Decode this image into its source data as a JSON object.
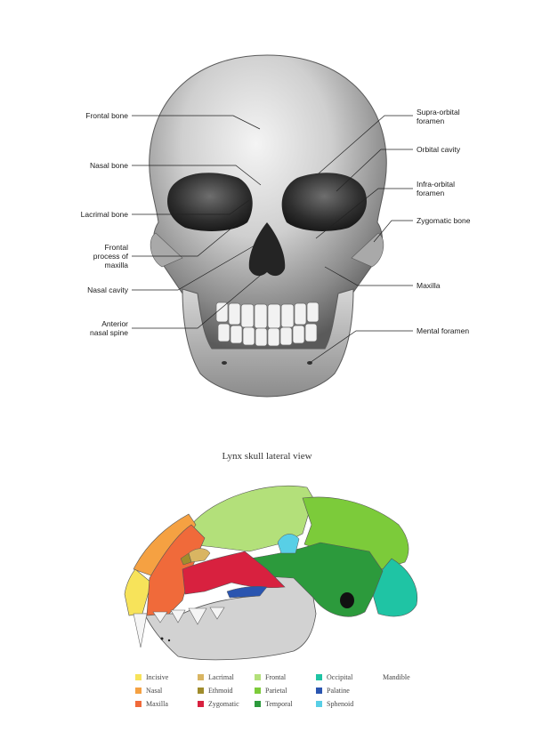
{
  "human_skull": {
    "labels_left": [
      {
        "text": "Frontal bone"
      },
      {
        "text": "Nasal bone"
      },
      {
        "text": "Lacrimal bone"
      },
      {
        "text": "Frontal\nprocess of\nmaxilla"
      },
      {
        "text": "Nasal cavity"
      },
      {
        "text": "Anterior\nnasal spine"
      }
    ],
    "labels_right": [
      {
        "text": "Supra-orbital\nforamen"
      },
      {
        "text": "Orbital cavity"
      },
      {
        "text": "Infra-orbital\nforamen"
      },
      {
        "text": "Zygomatic bone"
      },
      {
        "text": "Maxilla"
      },
      {
        "text": "Mental foramen"
      }
    ]
  },
  "lynx": {
    "title": "Lynx skull lateral view",
    "legend": [
      {
        "label": "Incisive",
        "color": "#f7e35a"
      },
      {
        "label": "Nasal",
        "color": "#f5a142"
      },
      {
        "label": "Maxilla",
        "color": "#f06a3a"
      },
      {
        "label": "Lacrimal",
        "color": "#d9b562"
      },
      {
        "label": "Ethmoid",
        "color": "#a08c2c"
      },
      {
        "label": "Zygomatic",
        "color": "#d8213f"
      },
      {
        "label": "Frontal",
        "color": "#b3e07a"
      },
      {
        "label": "Parietal",
        "color": "#7ccb3a"
      },
      {
        "label": "Temporal",
        "color": "#2c9a3c"
      },
      {
        "label": "Occipital",
        "color": "#1fc4a4"
      },
      {
        "label": "Palatine",
        "color": "#2a55b0"
      },
      {
        "label": "Sphenoid",
        "color": "#58cfe6"
      },
      {
        "label": "Mandible",
        "color": ""
      }
    ]
  }
}
